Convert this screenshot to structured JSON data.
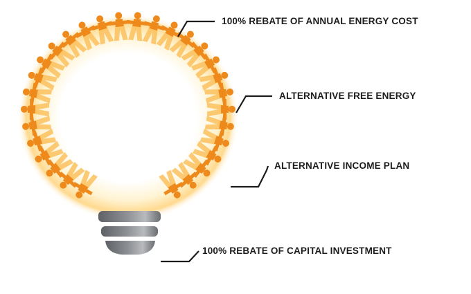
{
  "callouts": [
    {
      "label": "100% REBATE OF ANNUAL ENERGY COST"
    },
    {
      "label": "ALTERNATIVE FREE ENERGY"
    },
    {
      "label": "ALTERNATIVE INCOME PLAN"
    },
    {
      "label": "100% REBATE OF CAPITAL INVESTMENT"
    }
  ],
  "colors": {
    "figure_orange": "#ee8a1c",
    "figure_light": "#fbc15e",
    "glow": "#fff6da",
    "base_dark": "#6f7276",
    "base_mid": "#9a9da1",
    "line": "#1c1c1c",
    "text": "#1c1c1c"
  },
  "icons": [
    "people-ring-icon",
    "bulb-base-icon"
  ]
}
